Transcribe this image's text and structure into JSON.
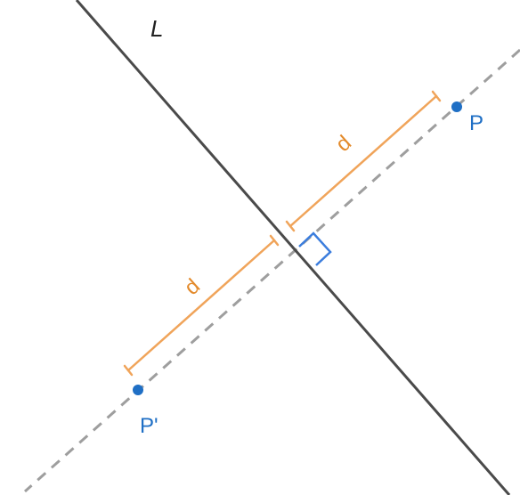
{
  "diagram": {
    "line_label": "L",
    "point_label": "P",
    "reflected_point_label": "P'",
    "distance_label_upper": "d",
    "distance_label_lower": "d"
  },
  "colors": {
    "line": "#4a4a4a",
    "perpendicular_dashed": "#9e9e9e",
    "point": "#1f6fc5",
    "point_label": "#1f6fc5",
    "distance_marker": "#f0a45a",
    "distance_label": "#e38a2b",
    "right_angle_marker": "#3b7ddd",
    "line_label": "#222222"
  }
}
